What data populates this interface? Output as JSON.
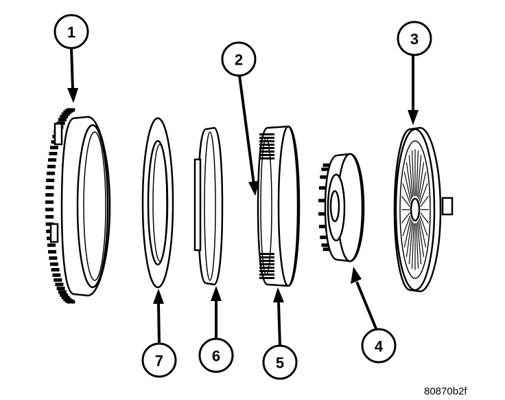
{
  "callouts": [
    {
      "id": "1",
      "label": "1"
    },
    {
      "id": "2",
      "label": "2"
    },
    {
      "id": "3",
      "label": "3"
    },
    {
      "id": "4",
      "label": "4"
    },
    {
      "id": "5",
      "label": "5"
    },
    {
      "id": "6",
      "label": "6"
    },
    {
      "id": "7",
      "label": "7"
    }
  ],
  "figure_code": "80870b2f",
  "colors": {
    "ink": "#000000",
    "paper": "#ffffff"
  }
}
